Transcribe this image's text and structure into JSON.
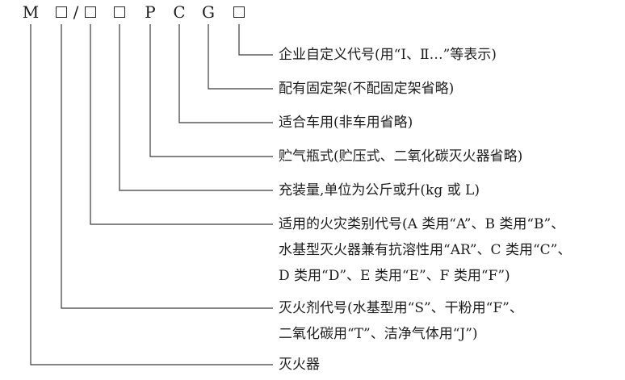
{
  "code": {
    "m": "M",
    "slash": "/",
    "p": "P",
    "c": "C",
    "g": "G"
  },
  "labels": {
    "enterprise_code": "企业自定义代号(用“Ⅰ、Ⅱ…”等表示)",
    "fixed_frame": "配有固定架(不配固定架省略)",
    "vehicle_use": "适合车用(非车用省略)",
    "gas_cartridge": "贮气瓶式(贮压式、二氧化碳灭火器省略)",
    "filling_quantity": "充装量,单位为公斤或升(kg 或 L)",
    "fire_class_line1": "适用的火灾类别代号(A 类用“A”、B 类用“B”、",
    "fire_class_line2": "水基型灭火器兼有抗溶性用“AR”、C 类用“C”、",
    "fire_class_line3": "D 类用“D”、E 类用“E”、F 类用“F”)",
    "agent_code_line1": "灭火剂代号(水基型用“S”、干粉用“F”、",
    "agent_code_line2": "二氧化碳用“T”、洁净气体用“J”)",
    "extinguisher": "灭火器"
  }
}
